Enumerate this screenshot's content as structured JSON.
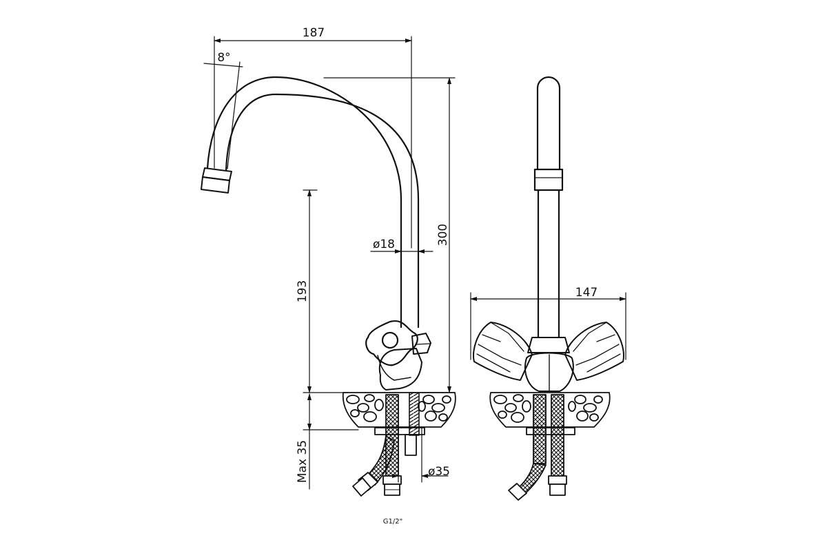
{
  "diagram": {
    "dimensions": {
      "spout_reach": "187",
      "spout_angle": "8°",
      "total_height": "300",
      "spout_diameter": "ø18",
      "spout_clearance": "193",
      "max_deck_thickness": "Max 35",
      "mount_hole_diameter": "ø35",
      "handle_span": "147"
    },
    "connection_label": "G1/2\""
  },
  "colors": {
    "line": "#111111",
    "background": "#ffffff"
  }
}
